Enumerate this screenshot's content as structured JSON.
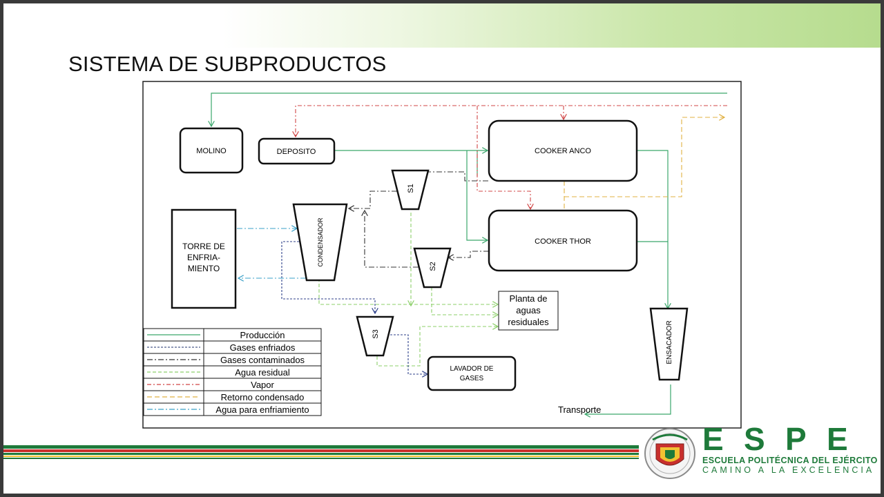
{
  "slide": {
    "title": "SISTEMA DE SUBPRODUCTOS"
  },
  "diagram": {
    "nodes": {
      "molino": "MOLINO",
      "deposito": "DEPOSITO",
      "cooker_anco": "COOKER ANCO",
      "cooker_thor": "COOKER THOR",
      "torre_l1": "TORRE DE",
      "torre_l2": "ENFRIA-",
      "torre_l3": "MIENTO",
      "condensador": "CONDENSADOR",
      "s1": "S1",
      "s2": "S2",
      "s3": "S3",
      "planta_l1": "Planta de",
      "planta_l2": "aguas",
      "planta_l3": "residuales",
      "lavador_l1": "LAVADOR DE",
      "lavador_l2": "GASES",
      "ensacador": "ENSACADOR",
      "transporte": "Transporte"
    },
    "legend": [
      {
        "label": "Producción",
        "color": "#3aa66b",
        "dash": "none"
      },
      {
        "label": "Gases enfriados",
        "color": "#4a5a8a",
        "dash": "3,2"
      },
      {
        "label": "Gases contaminados",
        "color": "#333333",
        "dash": "8,3,2,3"
      },
      {
        "label": "Agua residual",
        "color": "#8ccf6a",
        "dash": "5,3"
      },
      {
        "label": "Vapor",
        "color": "#d04545",
        "dash": "6,3,2,3"
      },
      {
        "label": "Retorno condensado",
        "color": "#e0b040",
        "dash": "7,4"
      },
      {
        "label": "Agua para enfriamiento",
        "color": "#3aa0c8",
        "dash": "8,3,2,3"
      }
    ]
  },
  "branding": {
    "wordmark": "ESPE",
    "subtitle_l1": "ESCUELA POLITÉCNICA DEL EJÉRCITO",
    "subtitle_l2": "CAMINO A LA EXCELENCIA"
  },
  "colors": {
    "production": "#3aa66b",
    "brand_green": "#1e7a3a",
    "brand_red": "#c8302c"
  }
}
